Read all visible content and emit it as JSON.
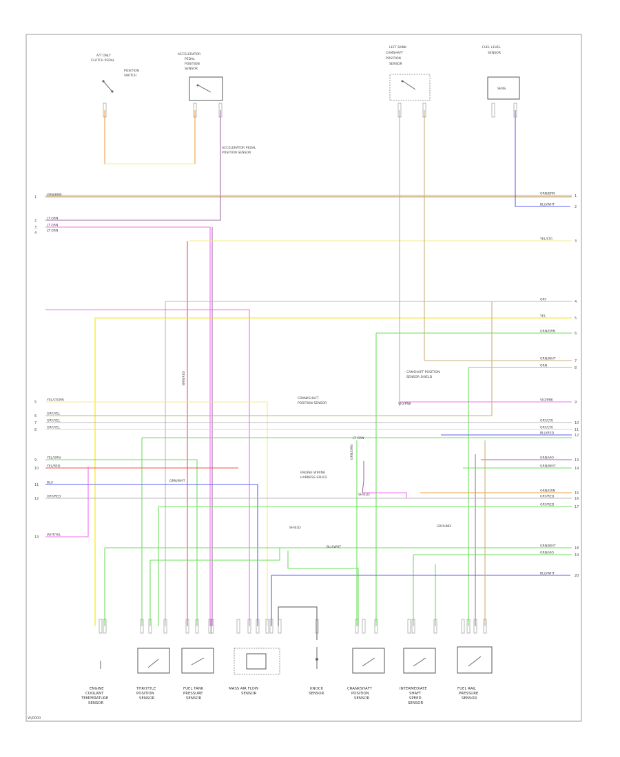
{
  "footer_code": "W/0000",
  "colors": {
    "orange": "#f0a040",
    "brown": "#b08a3c",
    "tan": "#c9b07a",
    "yellow": "#f4e600",
    "pale_yellow": "#f3ec8a",
    "pink": "#f46cf0",
    "red": "#f25050",
    "violet": "#a26aa8",
    "grey": "#b8b8b8",
    "white": "#d6d6d6",
    "green": "#6ae05a",
    "blue": "#5a5ef2",
    "light_blue": "#9a9cf0",
    "dark": "#555555"
  },
  "top_components": [
    {
      "id": "clutch",
      "label": [
        "A/T ONLY",
        "CLUTCH PEDAL",
        "POSITION",
        "SWITCH"
      ]
    },
    {
      "id": "accel",
      "label": [
        "ACCELERATOR",
        "PEDAL",
        "POSITION",
        "SENSOR"
      ]
    },
    {
      "id": "left_cam",
      "label": [
        "LEFT BANK",
        "CAMSHAFT",
        "POSITION",
        "SENSOR"
      ]
    },
    {
      "id": "fuel_level",
      "label": [
        "FUEL LEVEL",
        "SENSOR"
      ]
    }
  ],
  "bottom_components": [
    {
      "id": "engine_coolant",
      "label": [
        "ENGINE",
        "COOLANT",
        "TEMPERATURE",
        "SENSOR"
      ]
    },
    {
      "id": "throttle",
      "label": [
        "THROTTLE",
        "POSITION",
        "SENSOR"
      ]
    },
    {
      "id": "fuel_tank_pressure",
      "label": [
        "FUEL TANK",
        "PRESSURE",
        "SENSOR"
      ]
    },
    {
      "id": "maf",
      "label": [
        "MASS AIR FLOW",
        "SENSOR"
      ]
    },
    {
      "id": "knock",
      "label": [
        "KNOCK",
        "SENSOR"
      ]
    },
    {
      "id": "crank",
      "label": [
        "CRANKSHAFT",
        "POSITION",
        "SENSOR"
      ]
    },
    {
      "id": "intermediate",
      "label": [
        "INTERMEDIATE",
        "SHAFT",
        "SPEED",
        "SENSOR"
      ]
    },
    {
      "id": "fuel_rail",
      "label": [
        "FUEL RAIL",
        "PRESSURE",
        "SENSOR"
      ]
    }
  ],
  "notes": [
    [
      "ACCELERATOR PEDAL",
      "POSITION SENSOR"
    ],
    [
      "CAMSHAFT POSITION",
      "SENSOR SHIELD"
    ],
    [
      "CRANKSHAFT",
      "POSITION SENSOR"
    ],
    [
      "ENGINE WIRING",
      "HARNESS SPLICE"
    ],
    [
      "SHIELD"
    ],
    [
      "GROUND"
    ]
  ],
  "left_labels": [
    {
      "text": "ORN/BRN",
      "pin": "1"
    },
    {
      "text": "LT GRN",
      "pin": "2"
    },
    {
      "text": "LT GRN",
      "pin": "3"
    },
    {
      "text": "LT GRN",
      "pin": "4"
    },
    {
      "text": "YEL/LTGRN",
      "pin": "5"
    },
    {
      "text": "GRY/YEL",
      "pin": "6"
    },
    {
      "text": "GRY/YEL",
      "pin": "7"
    },
    {
      "text": "GRY/YEL",
      "pin": "8"
    },
    {
      "text": "YEL/GRN",
      "pin": "9"
    },
    {
      "text": "YEL/RED",
      "pin": "10"
    },
    {
      "text": "BLU",
      "pin": "11"
    },
    {
      "text": "GRY/RED",
      "pin": "12"
    },
    {
      "text": "WHT/YEL",
      "pin": "13"
    }
  ],
  "right_labels": [
    {
      "text": "ORN/BRN",
      "pin": "1"
    },
    {
      "text": "BLU/WHT",
      "pin": "2"
    },
    {
      "text": "YEL/LTG",
      "pin": "3"
    },
    {
      "text": "GRY",
      "pin": "4"
    },
    {
      "text": "YEL",
      "pin": "5"
    },
    {
      "text": "GRN/ORN",
      "pin": "6"
    },
    {
      "text": "GRN/WHT",
      "pin": "7"
    },
    {
      "text": "GRN",
      "pin": "8"
    },
    {
      "text": "VIO/PNK",
      "pin": "9"
    },
    {
      "text": "GRY/LTG",
      "pin": "10"
    },
    {
      "text": "GRY/LTG",
      "pin": "11"
    },
    {
      "text": "BLU/RED",
      "pin": "12"
    },
    {
      "text": "GRN/VIO",
      "pin": "13"
    },
    {
      "text": "GRN/WHT",
      "pin": "14"
    },
    {
      "text": "ORN/GRN",
      "pin": "15"
    },
    {
      "text": "GRY/RED",
      "pin": "16"
    },
    {
      "text": "GRY/RED",
      "pin": "17"
    },
    {
      "text": "GRN/WHT",
      "pin": "18"
    },
    {
      "text": "GRN/VIO",
      "pin": "19"
    },
    {
      "text": "BLU/WHT",
      "pin": "20"
    }
  ],
  "wire_labels": [
    "BRN/RED",
    "LT GRN",
    "GRN/ORN",
    "BLU/WHT",
    "GRN/WHT",
    "VIO/PNK",
    "SHIELD"
  ]
}
